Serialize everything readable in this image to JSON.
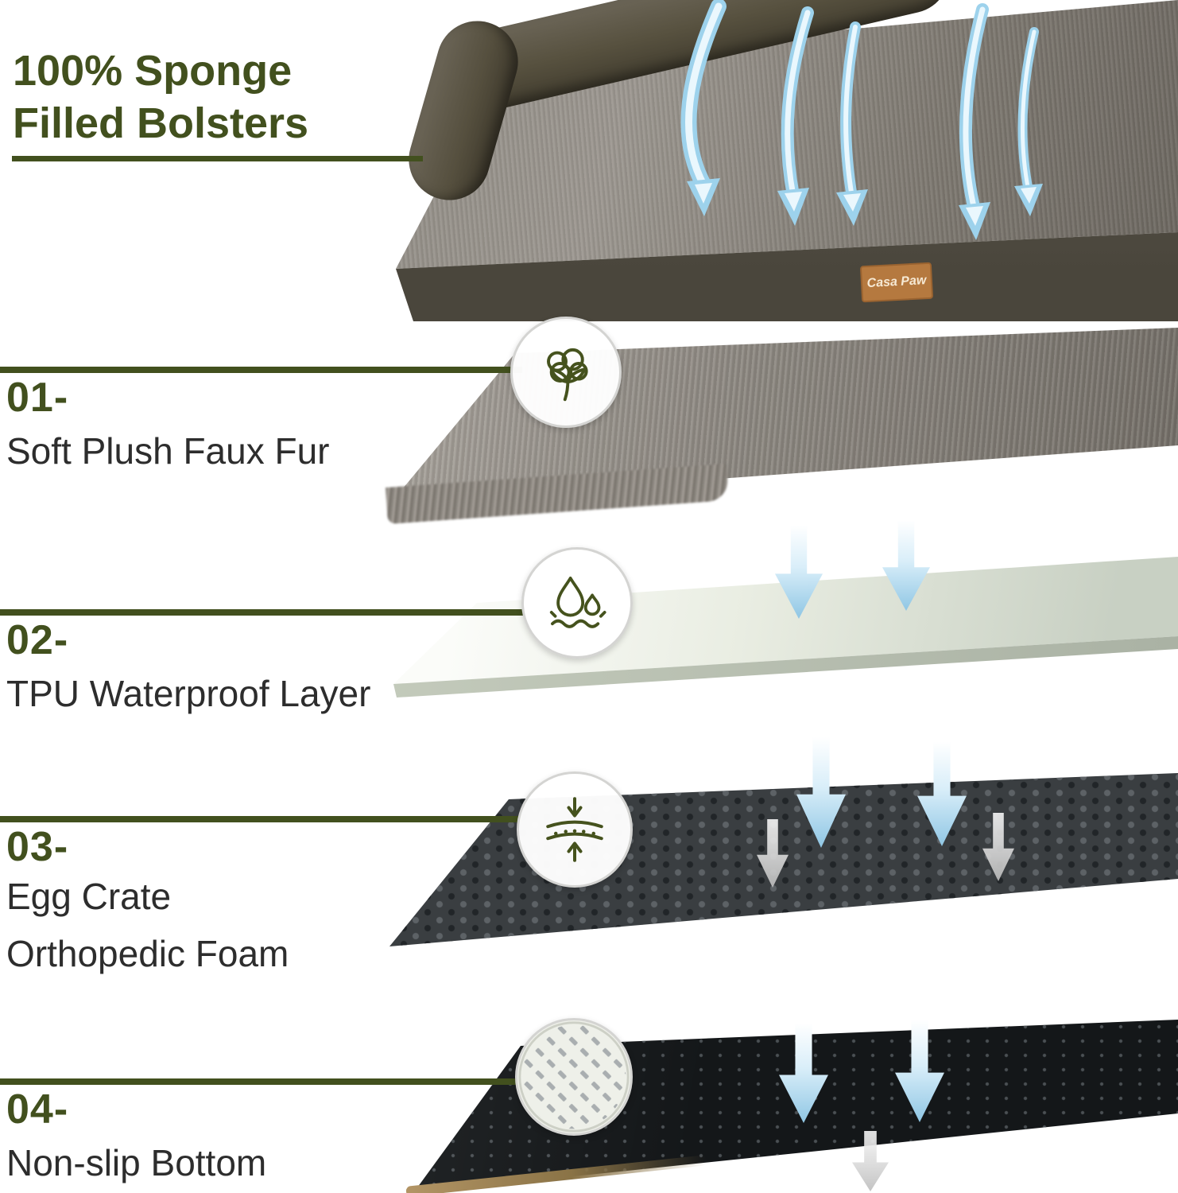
{
  "header": {
    "title_line1": "100% Sponge",
    "title_line2": "Filled Bolsters"
  },
  "bed": {
    "brand_tag": "Casa Paw"
  },
  "sections": [
    {
      "number": "01-",
      "label_lines": [
        "Soft Plush Faux Fur"
      ],
      "icon": "cotton-icon"
    },
    {
      "number": "02-",
      "label_lines": [
        "TPU Waterproof Layer"
      ],
      "icon": "water-drops-icon"
    },
    {
      "number": "03-",
      "label_lines": [
        "Egg Crate",
        "Orthopedic Foam"
      ],
      "icon": "compression-arrows-icon"
    },
    {
      "number": "04-",
      "label_lines": [
        "Non-slip Bottom"
      ],
      "icon": "diamond-plate-icon"
    }
  ],
  "colors": {
    "accent_green": "#42501e",
    "label_dark": "#2d2d2d",
    "arrow_blue": "#9dd2ec"
  }
}
